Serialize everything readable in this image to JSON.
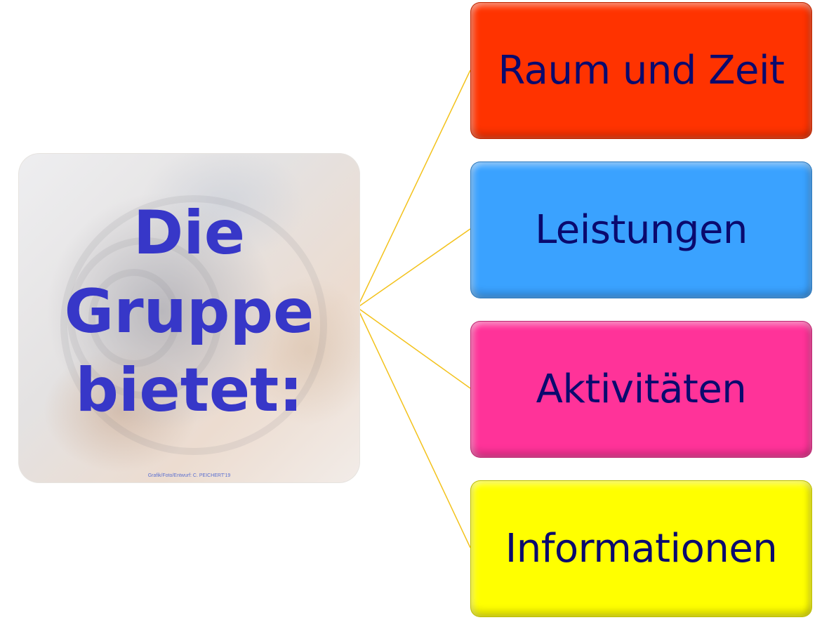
{
  "center": {
    "title_lines": [
      "Die",
      "Gruppe",
      "bietet:"
    ],
    "credit": "Grafik/Foto/Entwurf:  C. PEICHERT'19"
  },
  "items": [
    {
      "label": "Raum und Zeit",
      "color": "#ff3300"
    },
    {
      "label": "Leistungen",
      "color": "#3aa2ff"
    },
    {
      "label": "Aktivitäten",
      "color": "#ff3399"
    },
    {
      "label": "Informationen",
      "color": "#ffff00"
    }
  ],
  "connector_color": "#f3c21b"
}
